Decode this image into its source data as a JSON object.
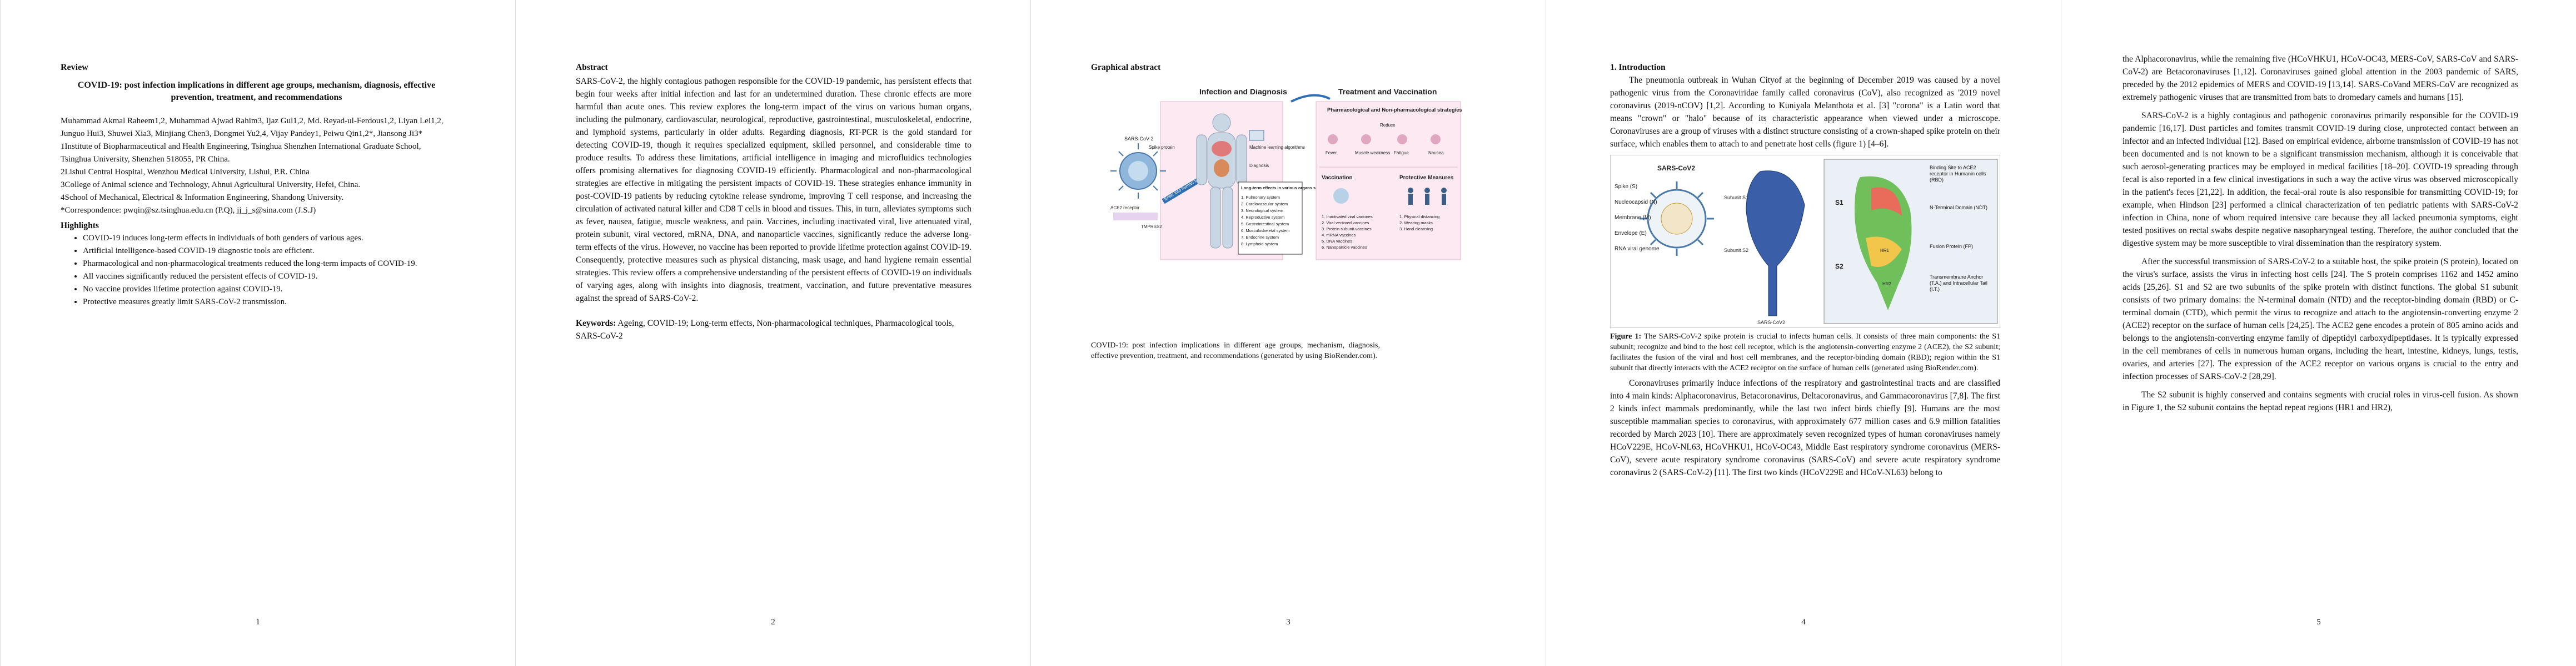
{
  "pages": [
    {
      "number": "1",
      "review_label": "Review",
      "title": "COVID-19: post infection implications in different age groups, mechanism, diagnosis, effective prevention, treatment, and recommendations",
      "authors": "Muhammad Akmal Raheem1,2, Muhammad Ajwad Rahim3, Ijaz Gul1,2, Md. Reyad-ul-Ferdous1,2, Liyan Lei1,2, Junguo Hui3, Shuwei Xia3, Minjiang Chen3, Dongmei Yu2,4, Vijay Pandey1, Peiwu Qin1,2*, Jiansong Ji3*",
      "affiliations": [
        "1Institute of Biopharmaceutical and Health Engineering, Tsinghua Shenzhen International Graduate School, Tsinghua University, Shenzhen 518055, PR China.",
        "2Lishui Central Hospital, Wenzhou Medical University, Lishui, P.R. China",
        "3College of Animal science and Technology, Ahnui Agricultural University, Hefei, China.",
        "4School of Mechanical, Electrical & Information Engineering, Shandong University.",
        "*Correspondence: pwqin@sz.tsinghua.edu.cn (P.Q), jj_j_s@sina.com (J.S.J)"
      ],
      "highlights_heading": "Highlights",
      "highlights": [
        "COVID-19 induces long-term effects in individuals of both genders of various ages.",
        "Artificial intelligence-based COVID-19 diagnostic tools are efficient.",
        "Pharmacological and non-pharmacological treatments reduced the long-term impacts of COVID-19.",
        "All vaccines significantly reduced the persistent effects of COVID-19.",
        "No vaccine provides lifetime protection against COVID-19.",
        "Protective measures greatly limit SARS-CoV-2 transmission."
      ]
    },
    {
      "number": "2",
      "abstract_heading": "Abstract",
      "abstract": "SARS-CoV-2, the highly contagious pathogen responsible for the COVID-19 pandemic, has persistent effects that begin four weeks after initial infection and last for an undetermined duration. These chronic effects are more harmful than acute ones. This review explores the long-term impact of the virus on various human organs, including the pulmonary, cardiovascular, neurological, reproductive, gastrointestinal, musculoskeletal, endocrine, and lymphoid systems, particularly in older adults. Regarding diagnosis, RT-PCR is the gold standard for detecting COVID-19, though it requires specialized equipment, skilled personnel, and considerable time to produce results. To address these limitations, artificial intelligence in imaging and microfluidics technologies offers promising alternatives for diagnosing COVID-19 efficiently. Pharmacological and non-pharmacological strategies are effective in mitigating the persistent impacts of COVID-19. These strategies enhance immunity in post-COVID-19 patients by reducing cytokine release syndrome, improving T cell response, and increasing the circulation of activated natural killer and CD8 T cells in blood and tissues. This, in turn, alleviates symptoms such as fever, nausea, fatigue, muscle weakness, and pain. Vaccines, including inactivated viral, live attenuated viral, protein subunit, viral vectored, mRNA, DNA, and nanoparticle vaccines, significantly reduce the adverse long-term effects of the virus. However, no vaccine has been reported to provide lifetime protection against COVID-19. Consequently, protective measures such as physical distancing, mask usage, and hand hygiene remain essential strategies. This review offers a comprehensive understanding of the persistent effects of COVID-19 on individuals of varying ages, along with insights into diagnosis, treatment, vaccination, and future preventative measures against the spread of SARS-CoV-2.",
      "keywords_label": "Keywords:",
      "keywords": " Ageing, COVID-19; Long-term effects, Non-pharmacological techniques, Pharmacological tools, SARS-CoV-2"
    },
    {
      "number": "3",
      "heading": "Graphical abstract",
      "figure": {
        "left_title": "Infection and Diagnosis",
        "right_title": "Treatment and Vaccination",
        "virus_label": "SARS-CoV-2",
        "spike_label": "Spike protein",
        "ace2_label": "ACE2 receptor",
        "tmprss2_label": "TMPRSS2",
        "enter_label": "Enter into human body",
        "ml_label": "Machine learning algorithms",
        "diagnosis_label": "Diagnosis",
        "long_term_title": "Long-term effects in various organs systems:",
        "long_term_items": [
          "1. Pulmonary system",
          "2. Cardiovascular system",
          "3. Neurological system",
          "4. Reproductive system",
          "5. Gastrointestinal system",
          "6. Musculoskeletal system",
          "7. Endocrine system",
          "8. Lymphoid system"
        ],
        "pharm_title": "Pharmacological and Non-pharmacological strategies",
        "reduce_label": "Reduce",
        "symptoms": [
          "Fever",
          "Muscle weakness",
          "Fatigue",
          "Nausea"
        ],
        "vacc_title": "Vaccination",
        "vacc_items": [
          "1. Inactivated viral vaccines",
          "2. Viral vectored vaccines",
          "3. Protein subunit vaccines",
          "4. mRNA vaccines",
          "5. DNA vaccines",
          "6. Nanoparticle vaccines"
        ],
        "protect_title": "Protective Measures",
        "protect_items": [
          "1. Physical distancing",
          "2. Wearing masks",
          "3. Hand cleansing"
        ]
      },
      "caption": "COVID-19: post infection implications in different age groups, mechanism, diagnosis, effective prevention, treatment, and recommendations (generated by using BioRender.com)."
    },
    {
      "number": "4",
      "section_heading": "1.   Introduction",
      "para1": "The pneumonia outbreak in Wuhan Cityof at the beginning of December 2019 was caused by a novel pathogenic virus from the Coronaviridae family called coronavirus (CoV), also recognized as '2019 novel coronavirus (2019-nCOV) [1,2]. According to Kuniyala Melanthota et al. [3] \"corona\" is a Latin word that means \"crown\" or \"halo\" because of its characteristic appearance when viewed under a microscope. Coronaviruses are a group of viruses with a distinct structure consisting of a crown-shaped spike protein on their surface, which enables them to attach to and penetrate host cells (figure 1) [4–6].",
      "figure1": {
        "virus_title": "SARS-CoV2",
        "parts": [
          "Spike (S)",
          "Nucleocapsid (N)",
          "Membrane (M)",
          "Envelope (E)",
          "RNA viral genome"
        ],
        "subunits": [
          "Subunit S1",
          "Subunit S2"
        ],
        "spike_name": "SARS-CoV2",
        "s1": "S1",
        "s2": "S2",
        "domains": [
          "Binding Site to ACE2 receptor in Humanin cells (RBD)",
          "N-Terminal Domain (NDT)",
          "Fusion Protein (FP)",
          "Transmembrane Anchor (T.A.) and Intracellular Tail (I.T.)"
        ],
        "region_labels": [
          "HR1",
          "HR2"
        ]
      },
      "caption_label": "Figure 1:",
      "caption": " The SARS-CoV-2 spike protein is crucial to infects human cells. It consists of three main components: the S1 subunit; recognize and bind to the host cell receptor, which is the angiotensin-converting enzyme 2 (ACE2), the S2 subunit; facilitates the fusion of the viral and host cell membranes, and the receptor-binding domain (RBD); region within the S1 subunit that directly interacts with the ACE2 receptor on the surface of human cells (generated using BioRender.com).",
      "para2": "Coronaviruses primarily induce infections of the respiratory and gastrointestinal tracts and are classified into 4 main kinds: Alphacoronavirus, Betacoronavirus, Deltacoronavirus, and Gammacoronavirus [7,8]. The first 2 kinds infect mammals predominantly, while the last two infect birds chiefly [9]. Humans are the most susceptible mammalian species to coronavirus, with approximately 677 million cases and 6.9 million fatalities recorded by March 2023 [10]. There are approximately seven recognized types of human coronaviruses namely HCoV229E, HCoV-NL63, HCoVHKU1, HCoV-OC43, Middle East respiratory syndrome coronavirus (MERS-CoV), severe acute respiratory syndrome coronavirus (SARS-CoV) and severe acute respiratory syndrome coronavirus 2 (SARS-CoV-2) [11]. The first two kinds (HCoV229E and HCoV-NL63) belong to"
    },
    {
      "number": "5",
      "para1": "the Alphacoronavirus, while the remaining five (HCoVHKU1, HCoV-OC43, MERS-CoV, SARS-CoV and SARS-CoV-2) are Betacoronaviruses [1,12]. Coronaviruses gained global attention in the 2003 pandemic of SARS, preceded by the 2012 epidemics of MERS and COVID-19 [13,14]. SARS-CoVand MERS-CoV are recognized as extremely pathogenic viruses that are transmitted from bats to dromedary camels and humans [15].",
      "para2": "SARS-CoV-2 is a highly contagious and pathogenic coronavirus primarily responsible for the COVID-19 pandemic [16,17]. Dust particles and fomites transmit COVID-19 during close, unprotected contact between an infector and an infected individual [12]. Based on empirical evidence, airborne transmission of COVID-19 has not been documented and is not known to be a significant transmission mechanism, although it is conceivable that such aerosol-generating practices may be employed in medical facilities [18–20]. COVID-19 spreading through fecal is also reported in a few clinical investigations in such a way the active virus was observed microscopically in the patient's feces [21,22]. In addition, the fecal-oral route is also responsible for transmitting COVID-19; for example, when Hindson [23] performed a clinical characterization of ten pediatric patients with SARS-CoV-2 infection in China, none of whom required intensive care because they all lacked pneumonia symptoms, eight tested positives on rectal swabs despite negative nasopharyngeal testing. Therefore, the author concluded that the digestive system may be more susceptible to viral dissemination than the respiratory system.",
      "para3": "After the successful transmission of SARS-CoV-2 to a suitable host, the spike protein (S protein), located on the virus's surface, assists the virus in infecting host cells [24]. The S protein comprises 1162 and 1452 amino acids [25,26]. S1 and S2 are two subunits of the spike protein with distinct functions. The global S1 subunit consists of two primary domains: the N-terminal domain (NTD) and the receptor-binding domain (RBD) or C-terminal domain (CTD), which permit the virus to recognize and attach to the angiotensin-converting enzyme 2 (ACE2) receptor on the surface of human cells [24,25]. The ACE2 gene encodes a protein of 805 amino acids and belongs to the angiotensin-converting enzyme family of dipeptidyl carboxydipeptidases. It is typically expressed in the cell membranes of cells in numerous human organs, including the heart, intestine, kidneys, lungs, testis, ovaries, and arteries [27]. The expression of the ACE2 receptor on various organs is crucial to the entry and infection processes of SARS-CoV-2 [28,29].",
      "para4": "The S2 subunit is highly conserved and contains segments with crucial roles in virus-cell fusion. As shown in Figure 1, the S2 subunit contains the heptad repeat regions (HR1 and HR2),"
    }
  ]
}
